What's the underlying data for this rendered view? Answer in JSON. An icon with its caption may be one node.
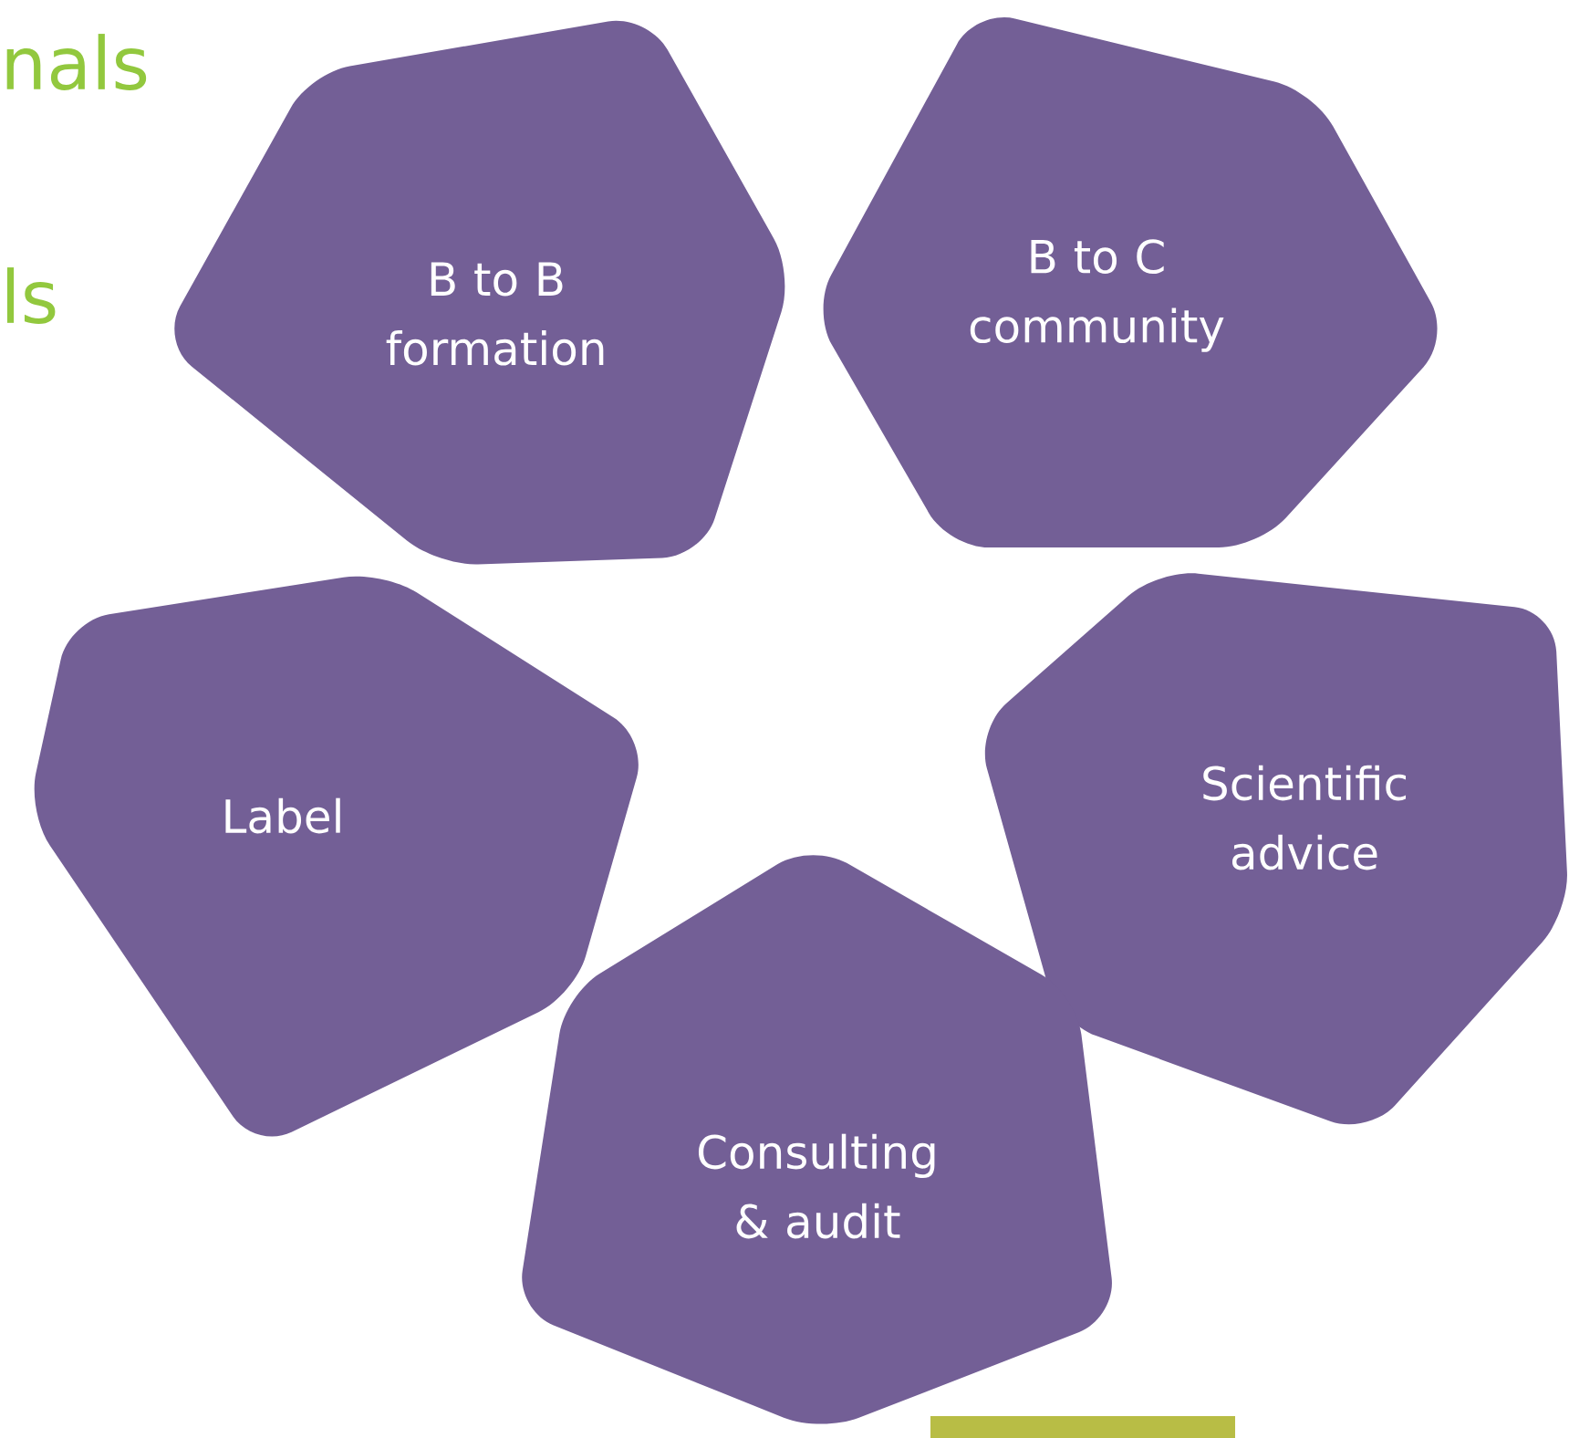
{
  "diagram": {
    "nodes": [
      {
        "text": [
          "B to B formation"
        ]
      },
      {
        "text": [
          "B to C community"
        ]
      },
      {
        "text": [
          "Label"
        ]
      },
      {
        "text": [
          "Scientific advice"
        ]
      },
      {
        "text": [
          "Consulting & audit"
        ]
      }
    ],
    "labels": [
      "nals",
      "ls"
    ]
  }
}
